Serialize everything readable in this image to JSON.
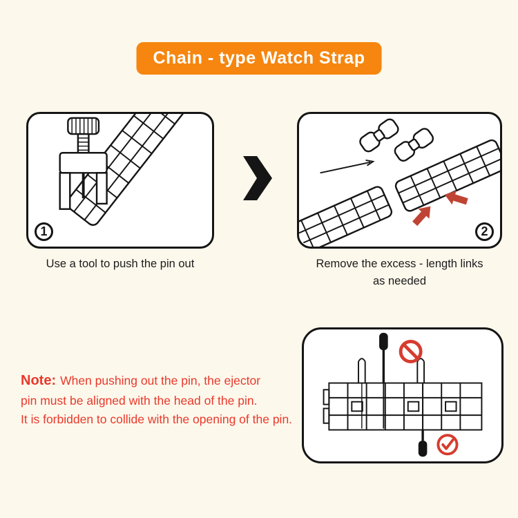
{
  "title_banner": {
    "label": "Chain - type Watch Strap"
  },
  "steps": [
    {
      "number": "1",
      "caption_lines": [
        "Use a tool to push the pin out"
      ]
    },
    {
      "number": "2",
      "caption_lines": [
        "Remove the excess - length links",
        "as needed"
      ]
    }
  ],
  "note": {
    "label": "Note:",
    "lines": [
      "When pushing out the pin, the ejector",
      "pin must be aligned with the head of the pin.",
      "It is forbidden to collide with the opening of the pin."
    ]
  },
  "colors": {
    "background": "#fdf8ec",
    "banner_orange": "#f6860f",
    "note_red": "#e8392b",
    "arrow_red": "#bf4434",
    "mark_red": "#d63c2f",
    "ink": "#151515"
  },
  "icons": {
    "chevron": "next-step-chevron",
    "red_arrows": "link-gap-arrows",
    "prohibition": "wrong-alignment-no-sign",
    "check": "correct-alignment-check"
  }
}
